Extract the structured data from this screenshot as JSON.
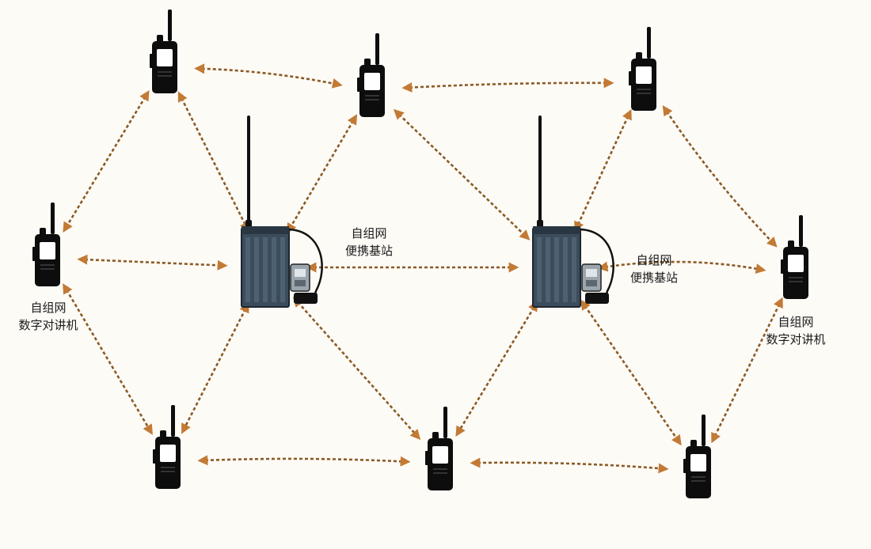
{
  "labels": {
    "station_line1": "自组网",
    "station_line2": "便携基站",
    "radio_line1": "自组网",
    "radio_line2": "数字对讲机"
  },
  "colors": {
    "link": "#8b5a26",
    "arrow": "#c27a35",
    "device": "#0d0d0d",
    "station_body": "#3b4d5c",
    "background": "#fdfbf6"
  },
  "nodes": [
    {
      "id": "radio-top-left",
      "kind": "radio"
    },
    {
      "id": "radio-top-mid",
      "kind": "radio"
    },
    {
      "id": "radio-top-right",
      "kind": "radio"
    },
    {
      "id": "radio-mid-left",
      "kind": "radio"
    },
    {
      "id": "radio-mid-right",
      "kind": "radio"
    },
    {
      "id": "radio-bottom-left",
      "kind": "radio"
    },
    {
      "id": "radio-bottom-mid",
      "kind": "radio"
    },
    {
      "id": "radio-bottom-right",
      "kind": "radio"
    },
    {
      "id": "station-left",
      "kind": "station"
    },
    {
      "id": "station-right",
      "kind": "station"
    }
  ],
  "links": [
    [
      "radio-top-left",
      "radio-top-mid"
    ],
    [
      "radio-top-mid",
      "radio-top-right"
    ],
    [
      "radio-top-left",
      "radio-mid-left"
    ],
    [
      "radio-top-left",
      "station-left"
    ],
    [
      "radio-top-mid",
      "station-left"
    ],
    [
      "radio-top-mid",
      "station-right"
    ],
    [
      "radio-top-right",
      "station-right"
    ],
    [
      "radio-top-right",
      "radio-mid-right"
    ],
    [
      "station-right",
      "radio-mid-right"
    ],
    [
      "radio-mid-left",
      "station-left"
    ],
    [
      "station-left",
      "station-right"
    ],
    [
      "radio-mid-left",
      "radio-bottom-left"
    ],
    [
      "station-left",
      "radio-bottom-left"
    ],
    [
      "station-left",
      "radio-bottom-mid"
    ],
    [
      "station-right",
      "radio-bottom-mid"
    ],
    [
      "station-right",
      "radio-bottom-right"
    ],
    [
      "radio-bottom-left",
      "radio-bottom-mid"
    ],
    [
      "radio-bottom-mid",
      "radio-bottom-right"
    ],
    [
      "radio-mid-right",
      "radio-bottom-right"
    ]
  ]
}
